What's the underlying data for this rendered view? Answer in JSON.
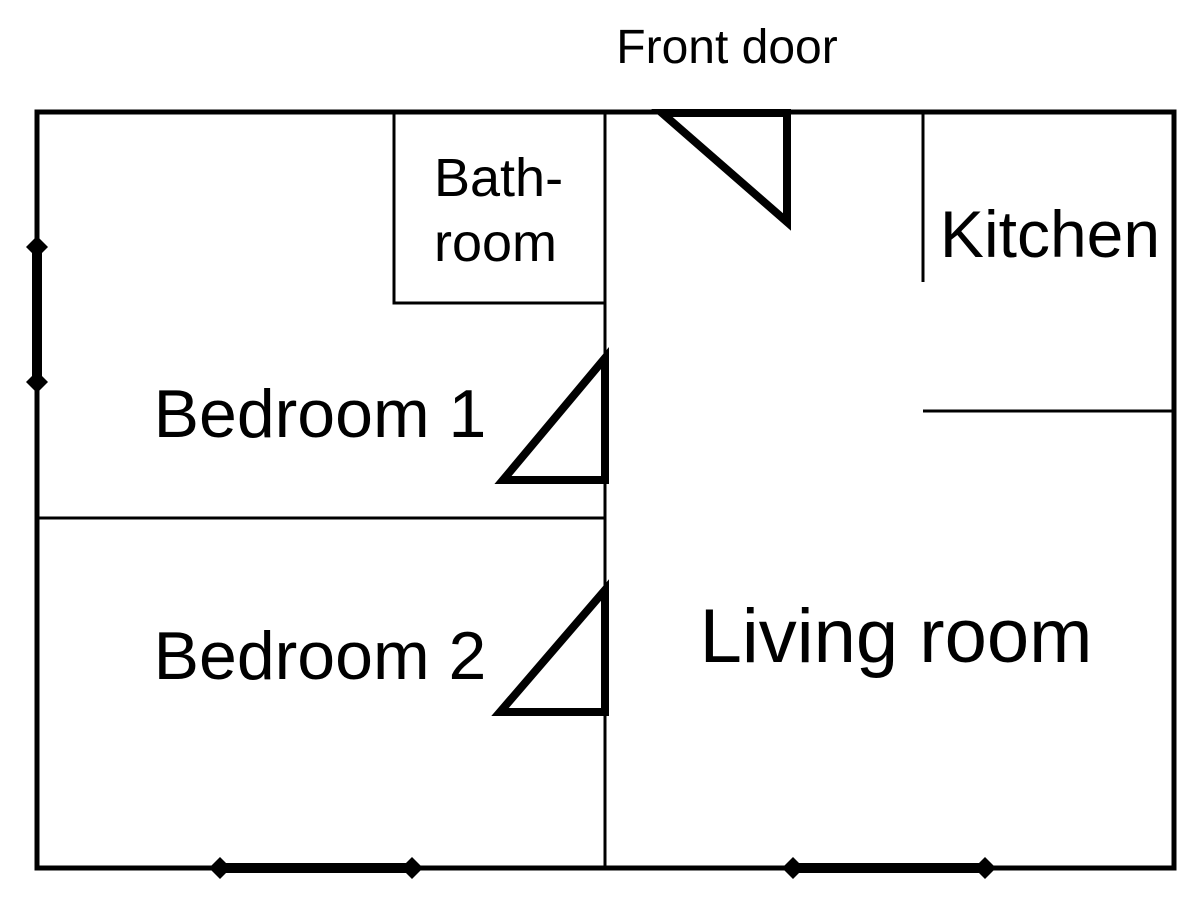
{
  "plan": {
    "background": "#ffffff",
    "line_color": "#000000"
  },
  "labels": {
    "front_door": "Front door",
    "bathroom_line1": "Bath-",
    "bathroom_line2": "room",
    "bedroom_1": "Bedroom 1",
    "bedroom_2": "Bedroom 2",
    "kitchen": "Kitchen",
    "living_room": "Living room"
  },
  "icons": {
    "door_swing": "right-triangle-door-swing",
    "window": "thick-segment-with-diamond-ends"
  }
}
